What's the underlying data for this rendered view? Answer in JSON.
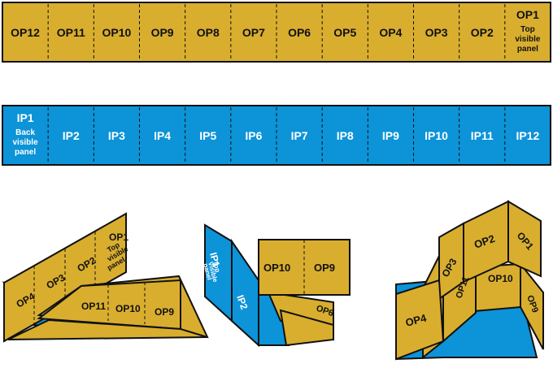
{
  "outside_strip": {
    "panels": [
      "OP12",
      "OP11",
      "OP10",
      "OP9",
      "OP8",
      "OP7",
      "OP6",
      "OP5",
      "OP4",
      "OP3",
      "OP2",
      "OP1"
    ],
    "end_note": [
      "Top",
      "visible",
      "panel"
    ]
  },
  "inside_strip": {
    "panels": [
      "IP1",
      "IP2",
      "IP3",
      "IP4",
      "IP5",
      "IP6",
      "IP7",
      "IP8",
      "IP9",
      "IP10",
      "IP11",
      "IP12"
    ],
    "start_note": [
      "Back",
      "visible",
      "panel"
    ]
  },
  "fold_left": {
    "labels": {
      "op4": "OP4",
      "op3": "OP3",
      "op2": "OP2",
      "op1": "OP1",
      "op11": "OP11",
      "op10": "OP10",
      "op9": "OP9"
    },
    "note": [
      "Top",
      "visible",
      "panel"
    ]
  },
  "fold_middle": {
    "labels": {
      "ip1": "IP1",
      "ip2": "IP2",
      "op10": "OP10",
      "op9": "OP9",
      "op6": "OP6"
    },
    "note": [
      "Top",
      "Visible",
      "panel"
    ]
  },
  "fold_right": {
    "labels": {
      "op4": "OP4",
      "op3": "OP3",
      "op2": "OP2",
      "op1": "OP1",
      "op10": "OP10",
      "op11": "OP11",
      "op9": "OP9"
    }
  },
  "colors": {
    "outside": "#d9ae2f",
    "inside": "#0c93d8",
    "outline": "#111111"
  }
}
